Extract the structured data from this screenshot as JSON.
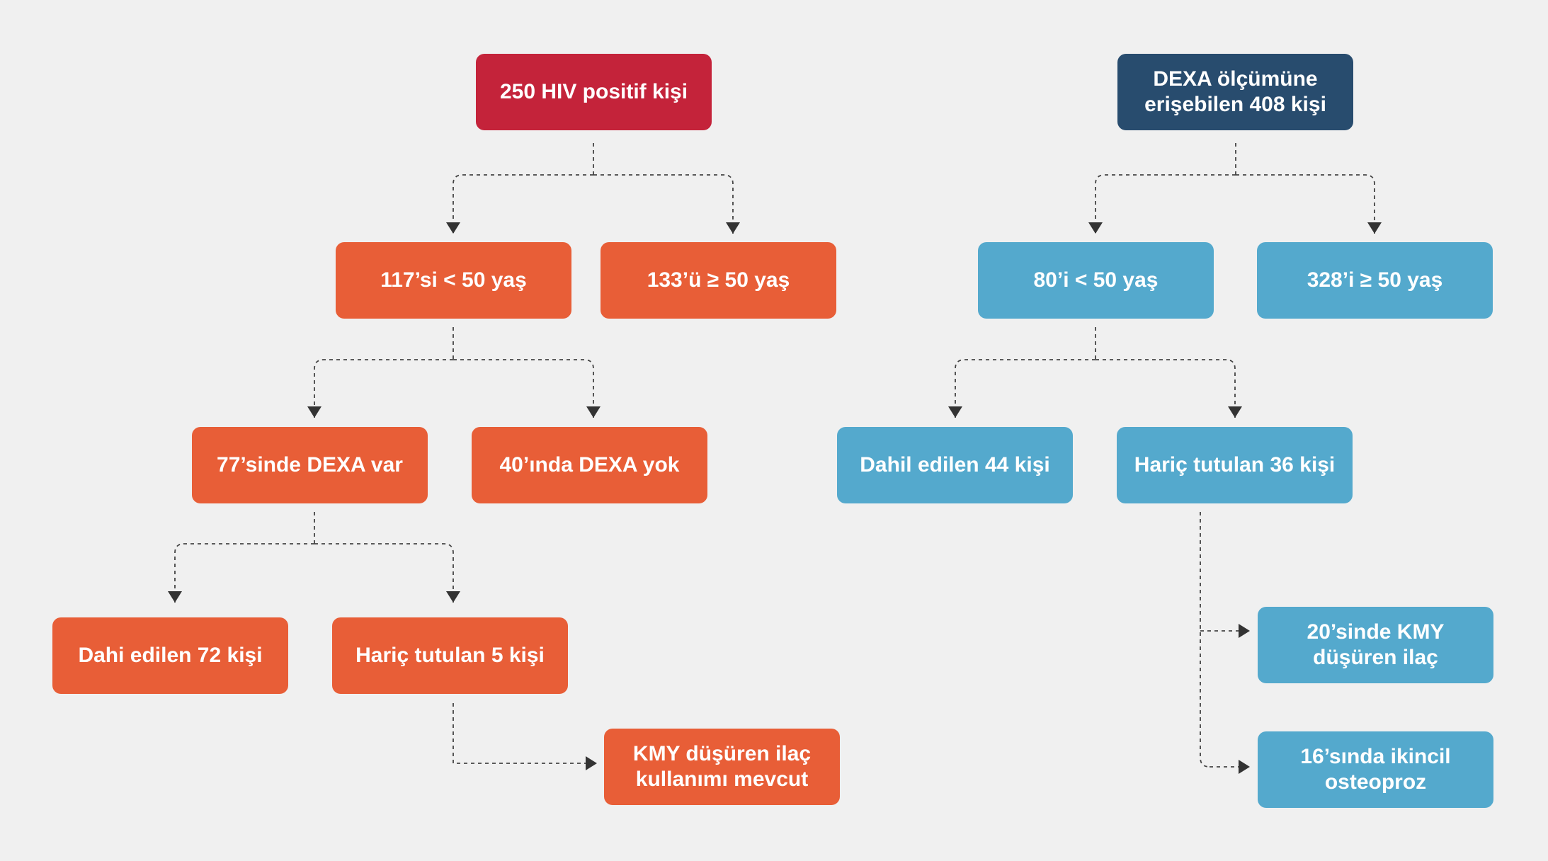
{
  "colors": {
    "background": "#f0f0f0",
    "root_left": "#c4233a",
    "left_branch": "#e85e37",
    "root_right": "#284c6e",
    "right_branch": "#54a9cd",
    "connector": "#444444"
  },
  "left_tree": {
    "root": "250 HIV positif kişi",
    "under_50": "117’si < 50 yaş",
    "over_50": "133’ü ≥ 50 yaş",
    "dexa_yes": "77’sinde DEXA var",
    "dexa_no": "40’ında DEXA yok",
    "included": "Dahi edilen 72 kişi",
    "excluded": "Hariç tutulan 5 kişi",
    "excluded_reason": "KMY düşüren ilaç\nkullanımı mevcut"
  },
  "right_tree": {
    "root": "DEXA ölçümüne\nerişebilen 408 kişi",
    "under_50": "80’i < 50 yaş",
    "over_50": "328’i ≥ 50 yaş",
    "included": "Dahil edilen 44 kişi",
    "excluded": "Hariç tutulan 36 kişi",
    "excluded_reason_1": "20’sinde KMY\ndüşüren ilaç",
    "excluded_reason_2": "16’sında ikincil\nosteoproz"
  }
}
